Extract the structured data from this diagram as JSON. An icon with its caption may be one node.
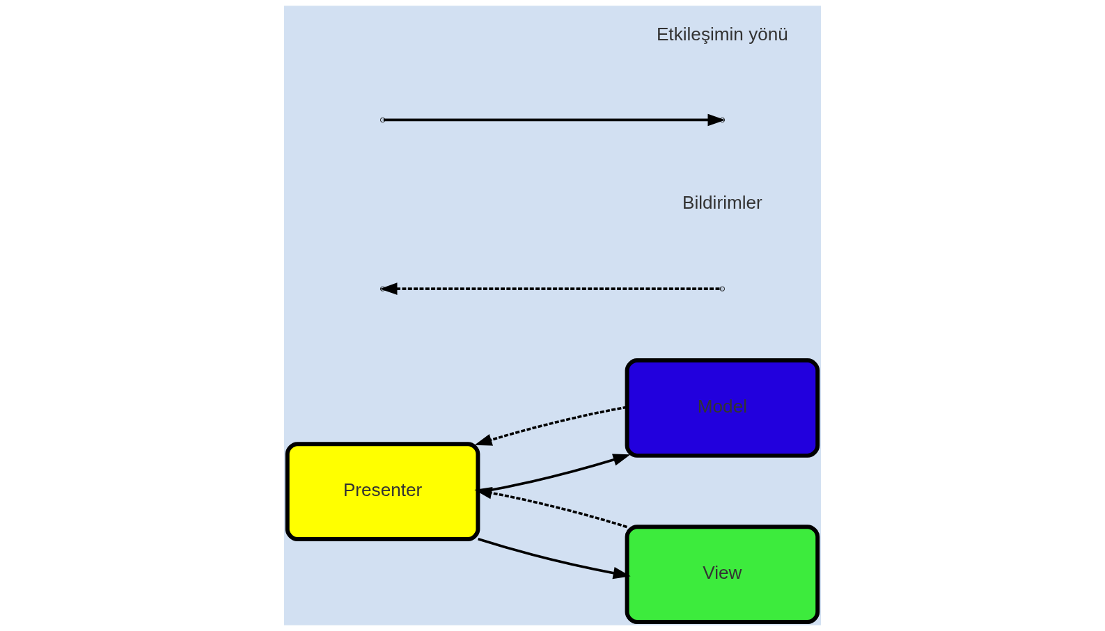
{
  "diagram": {
    "nodes": [
      {
        "text": [
          "Model"
        ]
      },
      {
        "text": [
          "Presenter"
        ]
      },
      {
        "text": [
          "View"
        ]
      }
    ],
    "edges": [
      {
        "from": 1,
        "to": 0,
        "arrow": "to"
      },
      {
        "from": 0,
        "to": 1,
        "arrow": "to",
        "style": "dashed"
      },
      {
        "from": 1,
        "to": 2,
        "arrow": "to"
      },
      {
        "from": 2,
        "to": 1,
        "arrow": "to",
        "style": "dashed"
      }
    ],
    "legend": [
      {
        "text": "Etkileşimin yönü"
      },
      {
        "text": "Bildirimler"
      }
    ]
  }
}
